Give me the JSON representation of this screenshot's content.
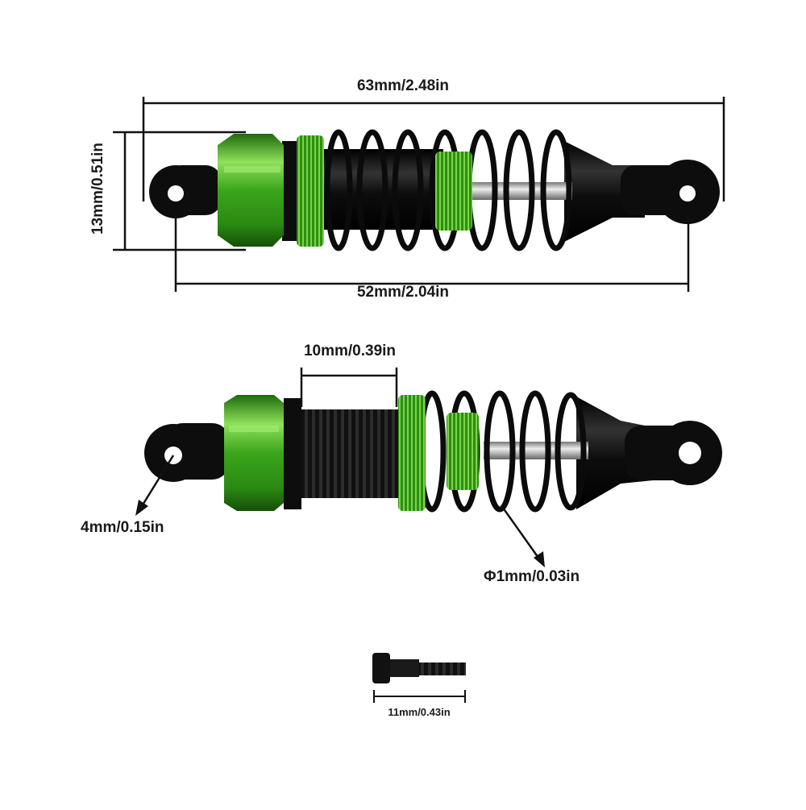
{
  "dimensions": {
    "overall_length": "63mm/2.48in",
    "eye_to_eye": "52mm/2.04in",
    "body_height": "13mm/0.51in",
    "thread_length": "10mm/0.39in",
    "eyelet_hole": "4mm/0.15in",
    "spring_wire": "Φ1mm/0.03in",
    "screw_length": "11mm/0.43in"
  },
  "colors": {
    "anodized_green": "#3aa51c",
    "green_highlight": "#8fe05a",
    "green_shadow": "#1f6a0c",
    "black_plastic": "#0d0d0d",
    "chrome_rod": "#c9c9c9",
    "dimension_line": "#111111"
  },
  "parts": [
    "rc-shock-absorber-assembled",
    "rc-shock-absorber-exploded",
    "mounting-screw"
  ]
}
